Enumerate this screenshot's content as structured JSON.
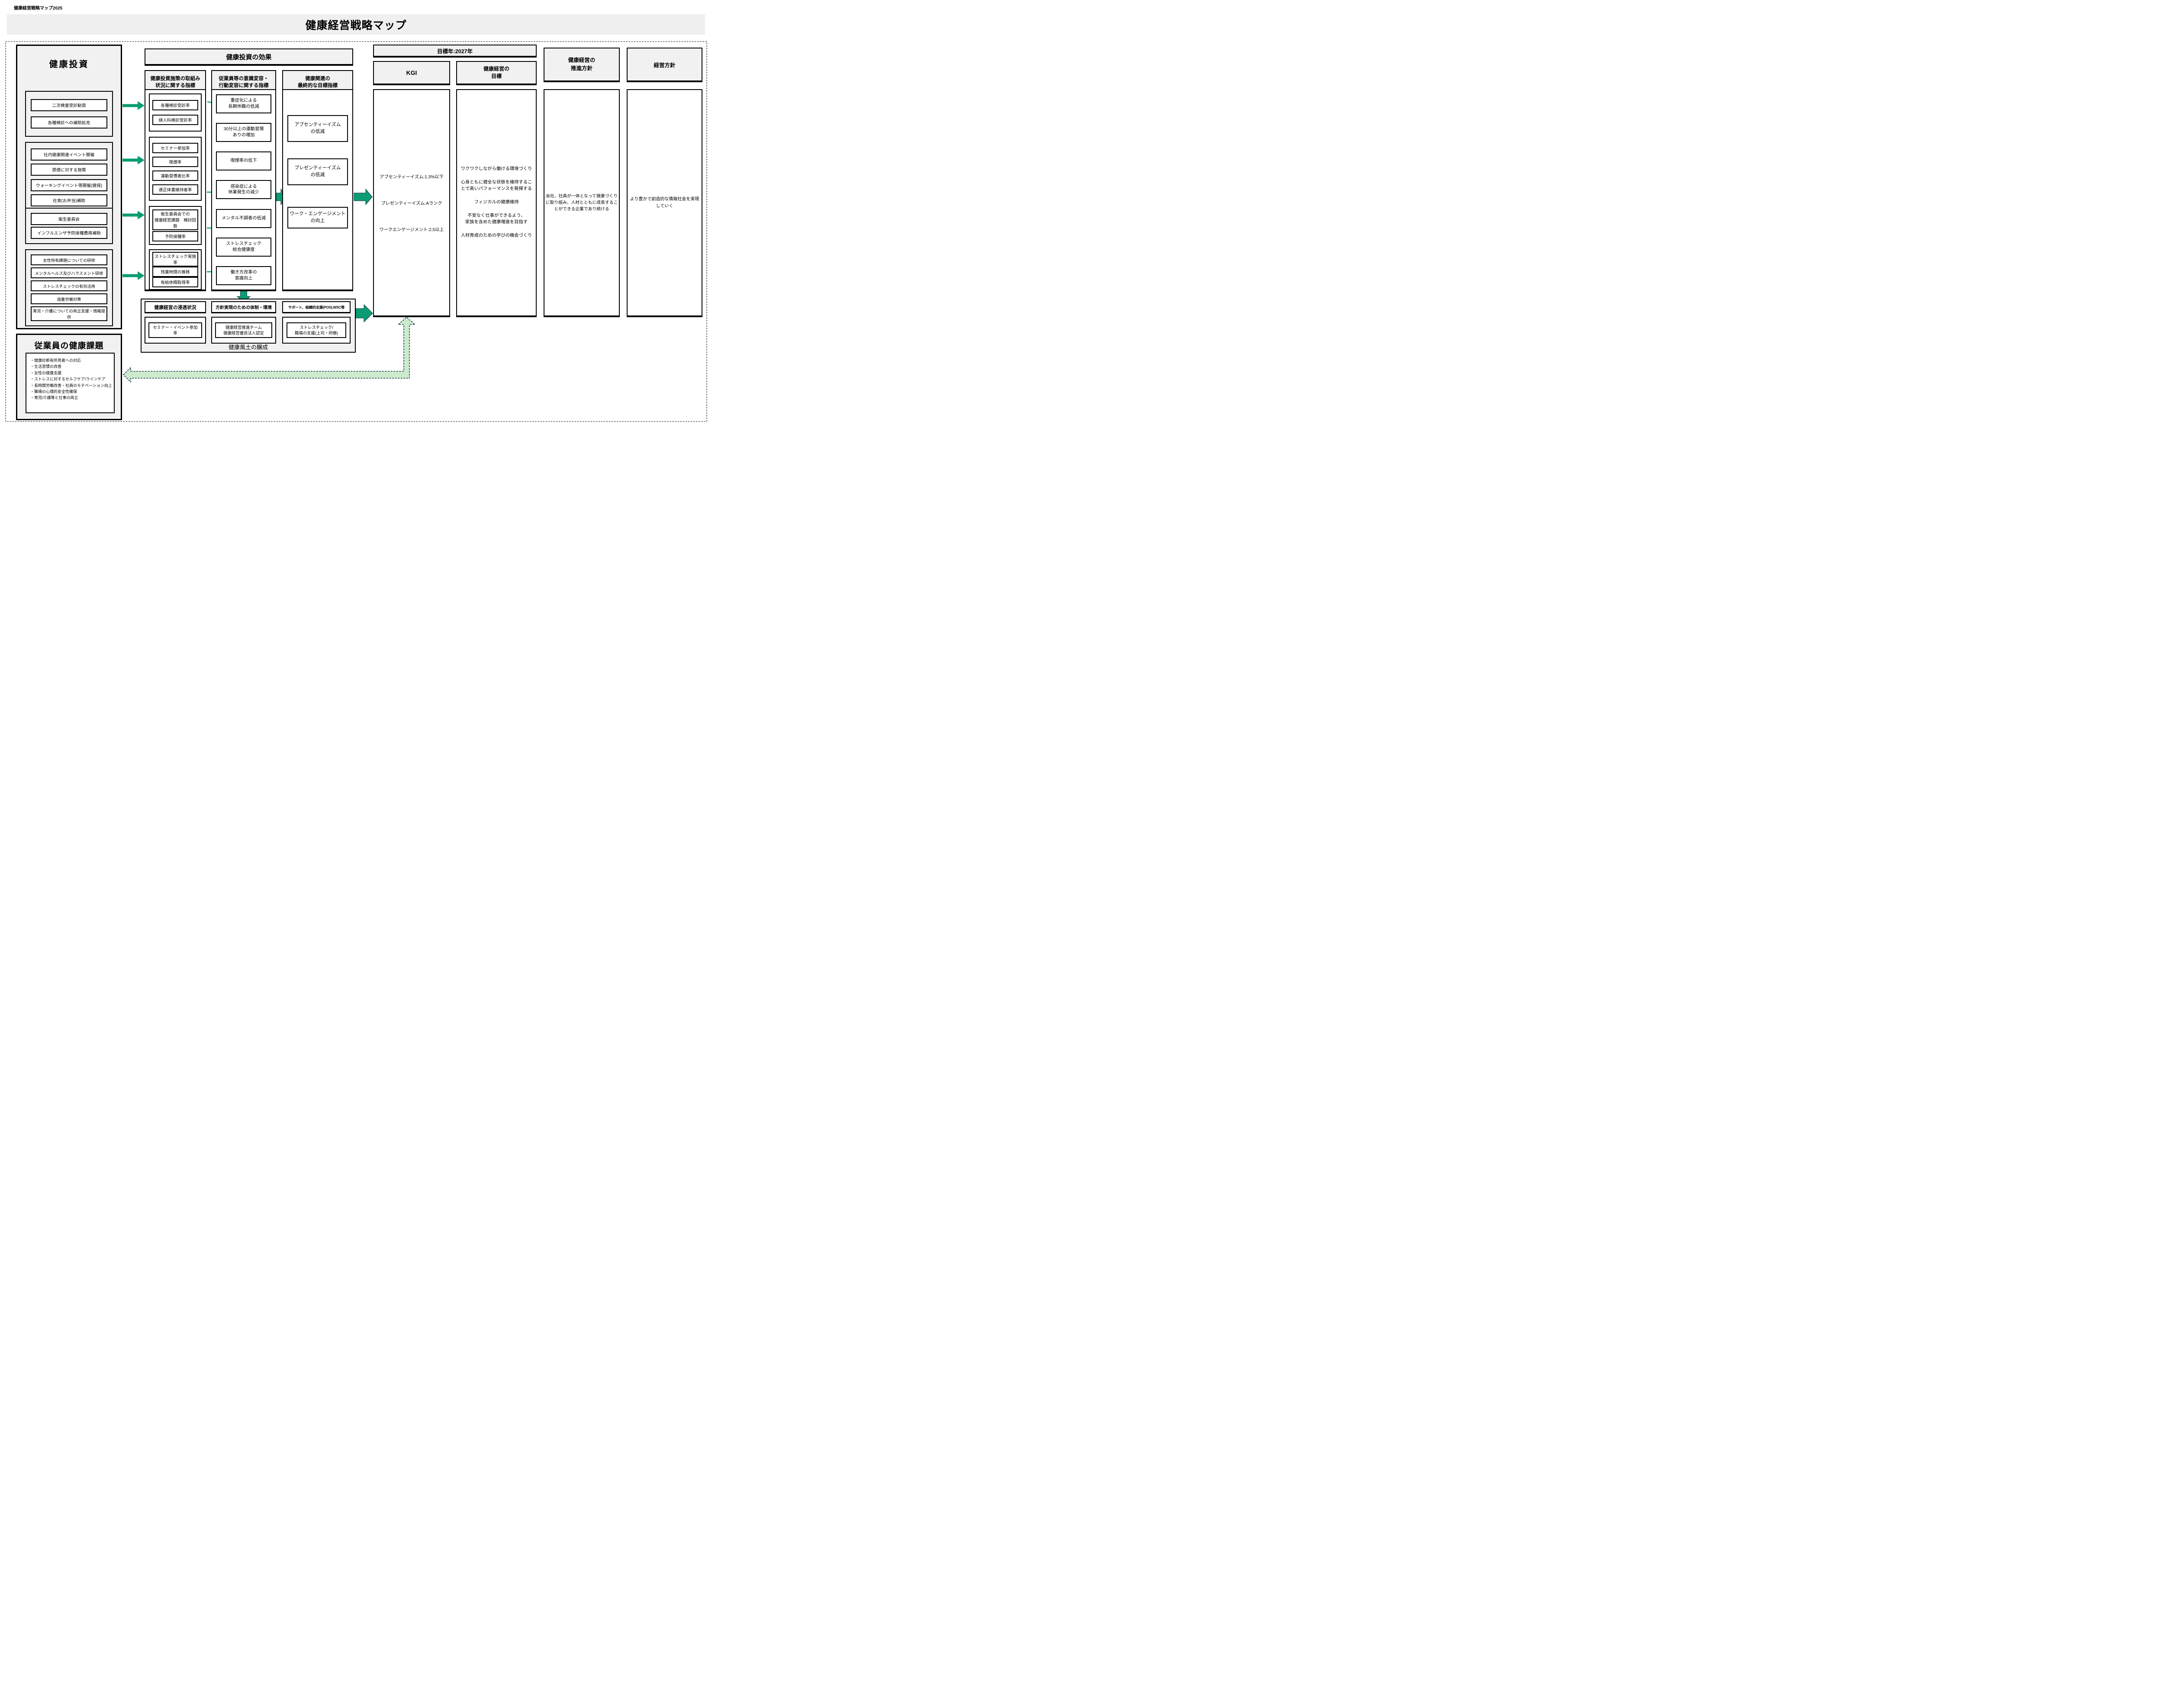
{
  "page": {
    "corner_label": "健康経営戦略マップ2025",
    "title": "健康経営戦略マップ"
  },
  "colors": {
    "accent_green": "#0a9c72",
    "light_green_fill": "#cdeacd",
    "arrow_outline_navy": "#16394c",
    "panel_gray": "#f1f1f1"
  },
  "investment": {
    "title": "健康投資",
    "groups": [
      {
        "items": [
          "二次検査受診勧奨",
          "各種検診への補助拡充"
        ]
      },
      {
        "items": [
          "社内健康関連イベント開催",
          "禁煙に対する施策",
          "ウォーキングイベント等開催(健保)",
          "社食(お弁当)補助"
        ]
      },
      {
        "items": [
          "衛生委員会",
          "インフルエンザ予防接種費用補助"
        ]
      },
      {
        "items": [
          "女性特有課題についての研修",
          "メンタルヘルス及びハラスメント研修",
          "ストレスチェックの有効活用",
          "過重労働対策",
          "育児・介護についての両立支援・情報提供"
        ]
      }
    ]
  },
  "effects": {
    "title": "健康投資の効果",
    "initiative": {
      "header": "健康投資施策の取組み\n状況に関する指標",
      "groups": [
        {
          "items": [
            "各種検診受診率",
            "婦人科検診受診率"
          ]
        },
        {
          "items": [
            "セミナー参加率",
            "喫煙率",
            "運動習慣者比率",
            "適正体重維持者率"
          ]
        },
        {
          "items": [
            "衛生委員会での\n健康経営課題　検討回数",
            "予防接種率"
          ]
        },
        {
          "items": [
            "ストレスチェック実施率",
            "残業時間の推移",
            "有給休暇取得率"
          ]
        }
      ]
    },
    "behavior": {
      "header": "従業員等の意識変容・\n行動変容に関する指標",
      "items": [
        "重症化による\n長期休職の低減",
        "30分以上の運動習慣\nありの増加",
        "喫煙率の低下",
        "感染症による\n休業発生の減少",
        "メンタル不調者の低減",
        "ストレスチェック\n総合健康度",
        "働き方改革の\n意識向上"
      ]
    },
    "final": {
      "header": "健康関連の\n最終的な目標指標",
      "items": [
        "アブセンティーイズム\nの低減",
        "プレゼンティーイズム\nの低減",
        "ワーク・エンゲージメント\nの向上"
      ]
    }
  },
  "penetration": {
    "col1": {
      "header": "健康経営の浸透状況",
      "box": "セミナー・イベント参加率"
    },
    "col2": {
      "header": "方針実現のための体制・環境",
      "box": "健康経営推進チーム\n健康経営優良法人認定"
    },
    "col3": {
      "header": "サポート、組織的支援(POS),WSC等",
      "box": "ストレスチェック/\n職場の支援(上司・同僚)"
    },
    "footer_label": "健康風土の醸成"
  },
  "target": {
    "year_header": "目標年:2027年",
    "kgi": {
      "header": "KGI",
      "items": [
        "アブセンティーイズム:1.3%以下",
        "プレゼンティーイズム:Aランク",
        "ワークエンゲージメント:2.5以上"
      ]
    },
    "goal": {
      "header": "健康経営の\n目標",
      "items": [
        "ワクワクしながら働ける環境づくり",
        "心身ともに健全な状態を維持するこ\nとで高いパフォーマンスを発揮する",
        "フィジカルの健康維持",
        "不安なく仕事ができるよう、\n家族を含めた健康増進を目指す",
        "人材育成のための学びの機会づくり"
      ]
    }
  },
  "promotion": {
    "header": "健康経営の\n推進方針",
    "body": "会社、社員が一体となって健康づくり\nに取り組み、人材とともに成長するこ\nとができる企業であり続ける"
  },
  "management": {
    "header": "経営方針",
    "body": "より豊かで創造的な情報社会を実現\nしていく"
  },
  "issues": {
    "title": "従業員の健康課題",
    "items": [
      "・健康診断有所見者への対応",
      "・生活習慣の改善",
      "・女性の健康支援",
      "・ストレスに対するセルフケア/ラインケア",
      "・長時間労働改善・社員のモチベーション向上",
      "・職場の心理的安全性確保",
      "・育児/介護等と仕事の両立"
    ]
  }
}
